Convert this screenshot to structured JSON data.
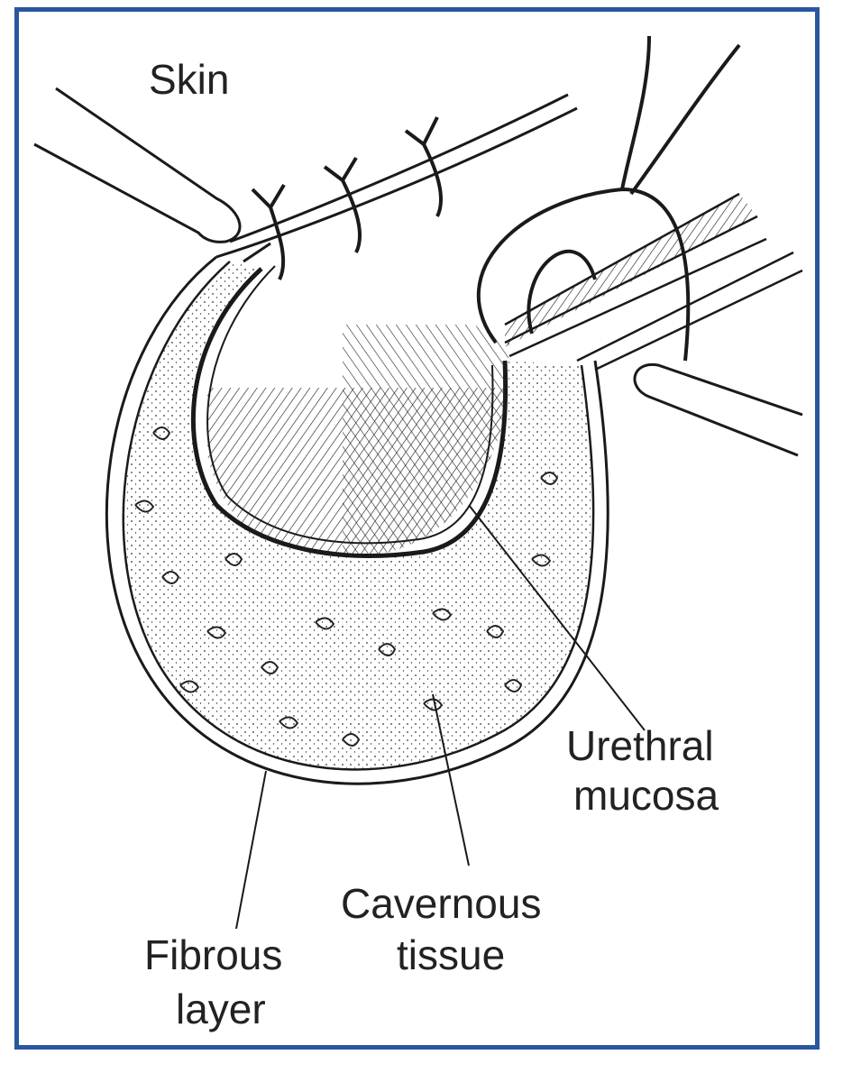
{
  "labels": {
    "skin": "Skin",
    "urethral_line1": "Urethral",
    "urethral_line2": "mucosa",
    "cavernous_line1": "Cavernous",
    "cavernous_line2": "tissue",
    "fibrous_line1": "Fibrous",
    "fibrous_line2": "layer"
  },
  "colors": {
    "frame": "#2a56a0",
    "ink": "#1a1a1a"
  }
}
